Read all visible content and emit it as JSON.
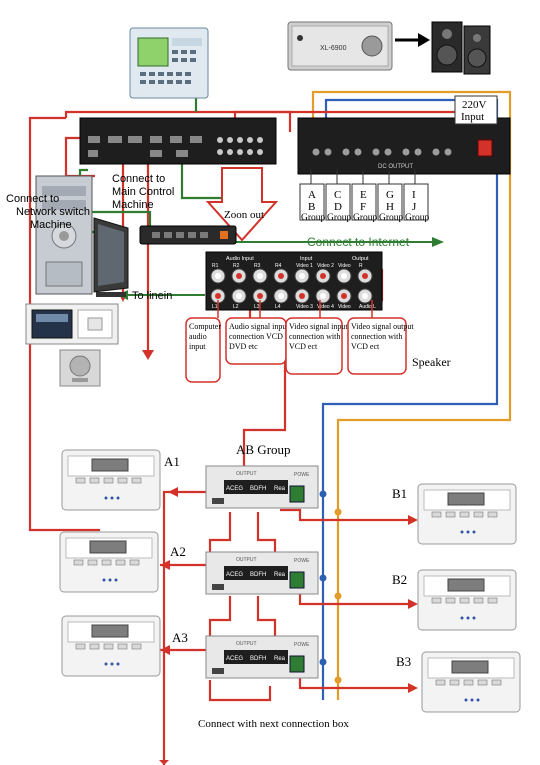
{
  "labels": {
    "input_220v": "220V Input",
    "input_220v_line1": "220V",
    "input_220v_line2": "Input",
    "connect_network_switch": "Connect to Network switch Machine",
    "connect_main_control": "Connect to Main Control Machine",
    "zoom_out": "Zoon out",
    "connect_internet": "Connect to Internet",
    "to_linein": "To linein",
    "amp_model": "XL-6900",
    "speaker": "Speaker",
    "ab_group": "AB Group",
    "connect_next_box": "Connect with next connection box",
    "audio_input_header": "Audio Input",
    "input_header": "Input",
    "output_header": "Output",
    "dc_output": "DC OUTPUT",
    "power": "POWER"
  },
  "groups": [
    {
      "top": "A",
      "bottom": "B",
      "suffix": "Group"
    },
    {
      "top": "C",
      "bottom": "D",
      "suffix": "Group"
    },
    {
      "top": "E",
      "bottom": "F",
      "suffix": "Group"
    },
    {
      "top": "G",
      "bottom": "H",
      "suffix": "Group"
    },
    {
      "top": "I",
      "bottom": "J",
      "suffix": "Group"
    }
  ],
  "callouts": [
    "Computer audio input",
    "Audio signal input connection VCD DVD etc",
    "Video signal input connection with VCD ect",
    "Video signal output connection with VCD ect"
  ],
  "panel_top_labels": [
    "R1",
    "R2",
    "R3",
    "R4",
    "Video 1",
    "Video 2",
    "Video",
    "R"
  ],
  "panel_bottom_labels": [
    "L1",
    "L2",
    "L3",
    "L4",
    "Video 3",
    "Video 4",
    "Video",
    "Audio L"
  ],
  "room_units": [
    {
      "id": "A1"
    },
    {
      "id": "A2"
    },
    {
      "id": "A3"
    },
    {
      "id": "B1"
    },
    {
      "id": "B2"
    },
    {
      "id": "B3"
    }
  ],
  "junction_box_labels": {
    "left": "ACEG",
    "mid": "BDFH",
    "right": "Rea",
    "top": "OUTPUT",
    "power": "POWE"
  },
  "colors": {
    "red_wire": "#d3322b",
    "blue_wire": "#2f5fb5",
    "orange_wire": "#e39b2a",
    "green_wire": "#2e7d32",
    "dark_device": "#1e1e1e"
  }
}
